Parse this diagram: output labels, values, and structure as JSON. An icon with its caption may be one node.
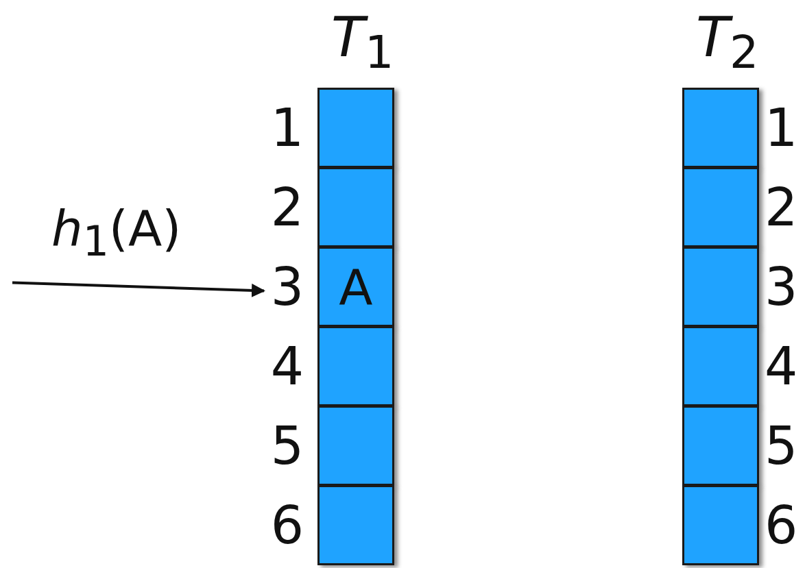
{
  "diagram": {
    "nodes": [
      {
        "text": [
          "*T*$_{1}$"
        ]
      },
      {
        "text": [],
        "shape": "box",
        "in": 0,
        "beside": [
          "1"
        ]
      },
      {
        "text": [],
        "shape": "box",
        "in": 0,
        "beside": [
          "2"
        ]
      },
      {
        "text": [
          "A"
        ],
        "in": 0,
        "beside": [
          "3"
        ]
      },
      {
        "text": [],
        "shape": "box",
        "in": 0,
        "beside": [
          "4"
        ]
      },
      {
        "text": [],
        "shape": "box",
        "in": 0,
        "beside": [
          "5"
        ]
      },
      {
        "text": [],
        "shape": "box",
        "in": 0,
        "beside": [
          "6"
        ]
      },
      {
        "text": [
          "*T*$_{2}$"
        ]
      },
      {
        "text": [],
        "shape": "box",
        "in": 7,
        "beside": [
          "1"
        ]
      },
      {
        "text": [],
        "shape": "box",
        "in": 7,
        "beside": [
          "2"
        ]
      },
      {
        "text": [],
        "shape": "box",
        "in": 7,
        "beside": [
          "3"
        ]
      },
      {
        "text": [],
        "shape": "box",
        "in": 7,
        "beside": [
          "4"
        ]
      },
      {
        "text": [],
        "shape": "box",
        "in": 7,
        "beside": [
          "5"
        ]
      },
      {
        "text": [],
        "shape": "box",
        "in": 7,
        "beside": [
          "6"
        ]
      }
    ],
    "edges": [
      {
        "from": null,
        "to": 3,
        "arrow": "to",
        "label": "*h*$_{1}$(A)"
      }
    ]
  }
}
